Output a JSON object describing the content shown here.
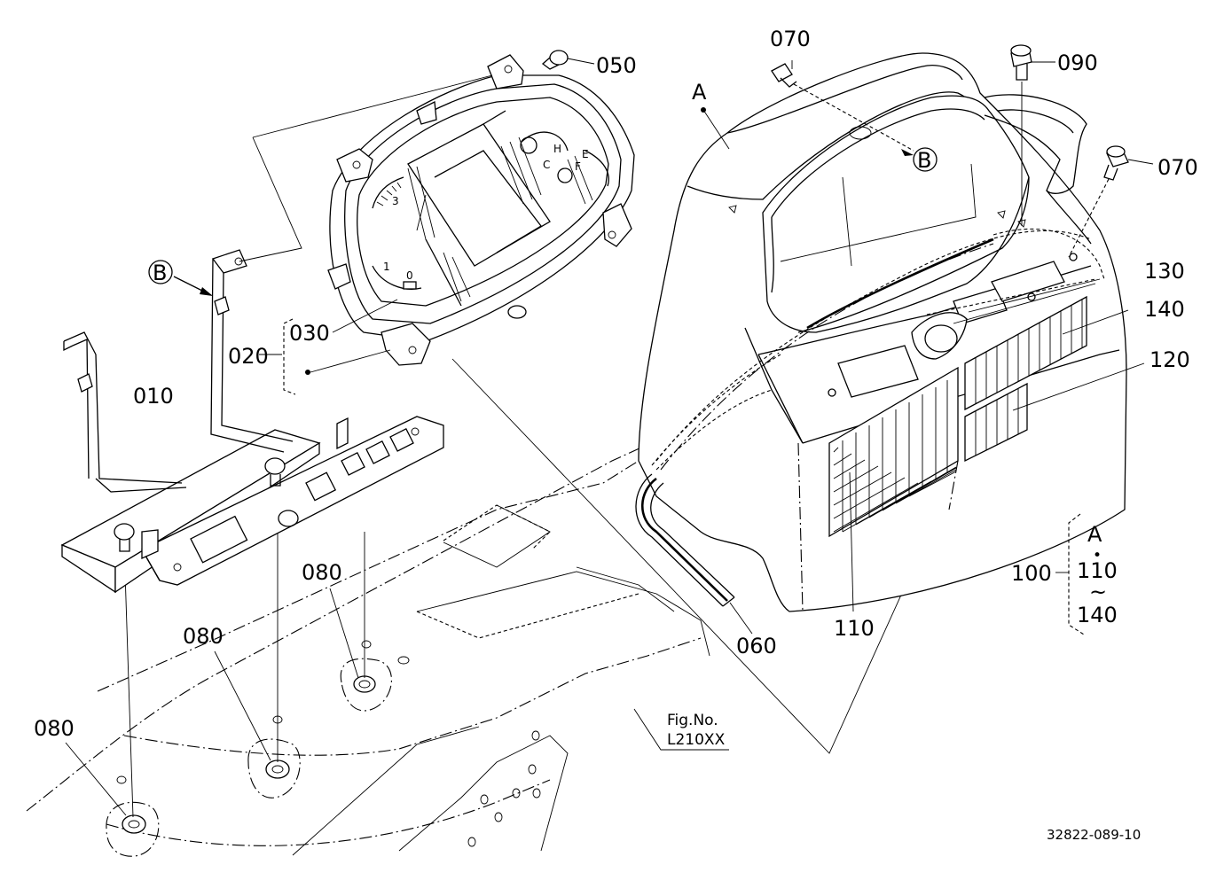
{
  "labels": {
    "p010": "010",
    "p020": "020",
    "p030": "030",
    "p050": "050",
    "p060": "060",
    "p070a": "070",
    "p070b": "070",
    "p080a": "080",
    "p080b": "080",
    "p080c": "080",
    "p090": "090",
    "p100": "100",
    "p110": "110",
    "p120": "120",
    "p130": "130",
    "p140": "140",
    "assembly_a": "A",
    "assembly_marker": "A",
    "ref_b1": "B",
    "ref_b2": "B",
    "range_start": "110",
    "range_sep": "~",
    "range_end": "140",
    "range_dot": "•"
  },
  "gauge_marks": {
    "g3": "3",
    "g1": "1",
    "g0": "0",
    "gc": "C",
    "gh": "H",
    "gf": "F",
    "ge": "E"
  },
  "figure_ref": {
    "line1": "Fig.No.",
    "line2": "L210XX"
  },
  "drawing_number": "32822-089-10"
}
